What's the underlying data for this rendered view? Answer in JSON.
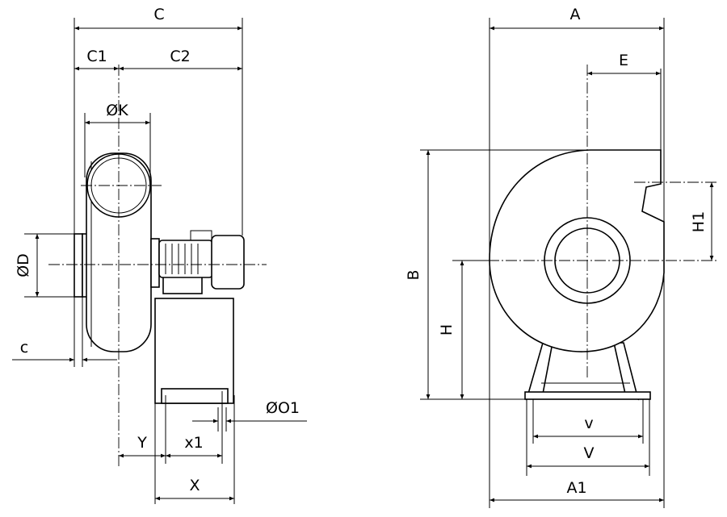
{
  "side_view": {
    "dims": {
      "C": "C",
      "C1": "C1",
      "C2": "C2",
      "K": "ØK",
      "D": "ØD",
      "c": "c",
      "O1": "ØO1",
      "Y": "Y",
      "x1": "x1",
      "X": "X"
    }
  },
  "front_view": {
    "dims": {
      "A": "A",
      "E": "E",
      "B": "B",
      "H1": "H1",
      "H": "H",
      "v": "v",
      "V": "V",
      "A1": "A1"
    }
  }
}
